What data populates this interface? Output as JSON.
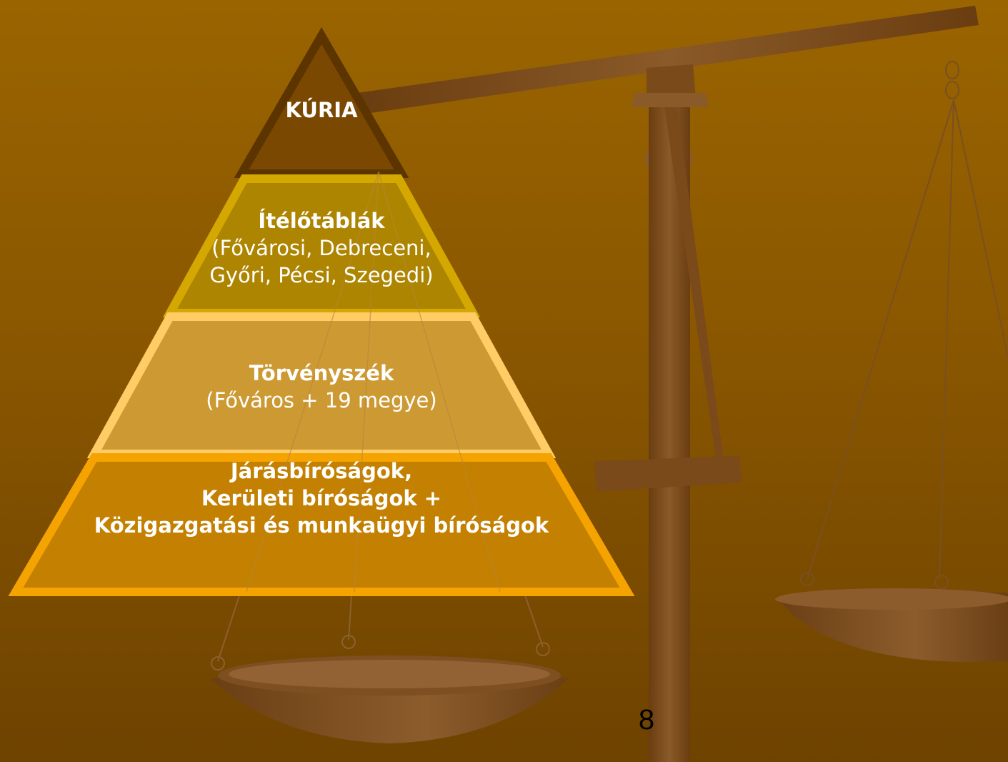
{
  "colors": {
    "background_top": "#9a6400",
    "background_bottom": "#6e4300",
    "scale_wood": "#7a4a12",
    "tier1_fill": "#7a4800",
    "tier1_stroke": "#5c3400",
    "tier2_fill": "#ad8500",
    "tier2_stroke": "#d4a800",
    "tier3_fill": "#cc9933",
    "tier3_stroke": "#ffcc66",
    "tier4_fill": "#c48000",
    "tier4_stroke": "#f5a300",
    "text": "#ffffff",
    "page_number": "#000000"
  },
  "pyramid": {
    "tier1": {
      "title": "KÚRIA"
    },
    "tier2": {
      "title": "Ítélőtáblák",
      "line1": "(Fővárosi, Debreceni,",
      "line2": "Győri, Pécsi, Szegedi)"
    },
    "tier3": {
      "title": "Törvényszék",
      "line1": "(Főváros + 19 megye)"
    },
    "tier4": {
      "line1": "Járásbíróságok,",
      "line2": "Kerületi bíróságok +",
      "line3": "Közigazgatási és munkaügyi bíróságok"
    }
  },
  "page_number": "8"
}
